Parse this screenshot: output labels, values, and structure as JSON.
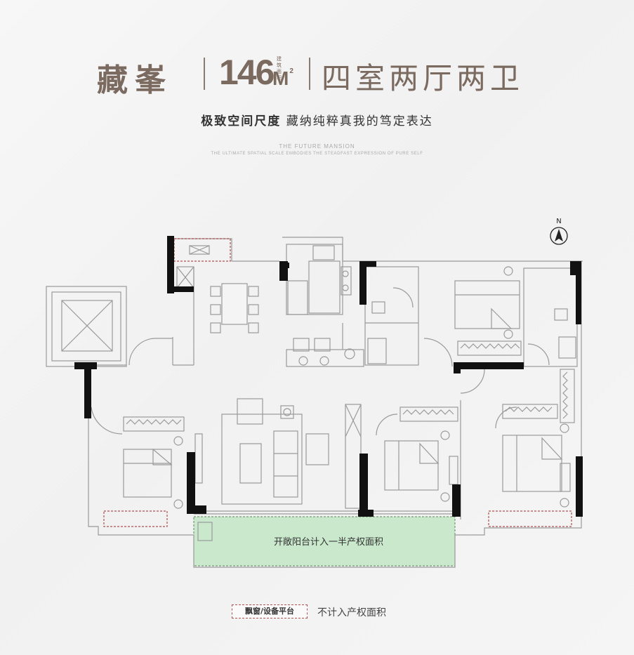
{
  "header": {
    "name": "藏峯",
    "area": "146",
    "area_note": "建筑面积",
    "area_unit": "M",
    "area_unit_sup": "2",
    "layout_type": "四室两厅两卫"
  },
  "subtitle": {
    "bold": "极致空间尺度",
    "rest": "藏纳纯粹真我的笃定表达"
  },
  "english": {
    "line1": "THE FUTURE MANSION",
    "line2": "THE ULTIMATE SPATIAL SCALE EMBODIES THE STEADFAST EXPRESSION OF PURE SELF"
  },
  "compass": {
    "label": "N"
  },
  "plan": {
    "balcony_label": "开敞阳台计入一半产权面积",
    "balcony_color": "#c9e8cc",
    "wall_color": "#111111",
    "line_color": "#9a9a9a"
  },
  "legend": {
    "box_label": "飘窗/设备平台",
    "text": "不计入产权面积",
    "box_border_color": "#b05050"
  }
}
